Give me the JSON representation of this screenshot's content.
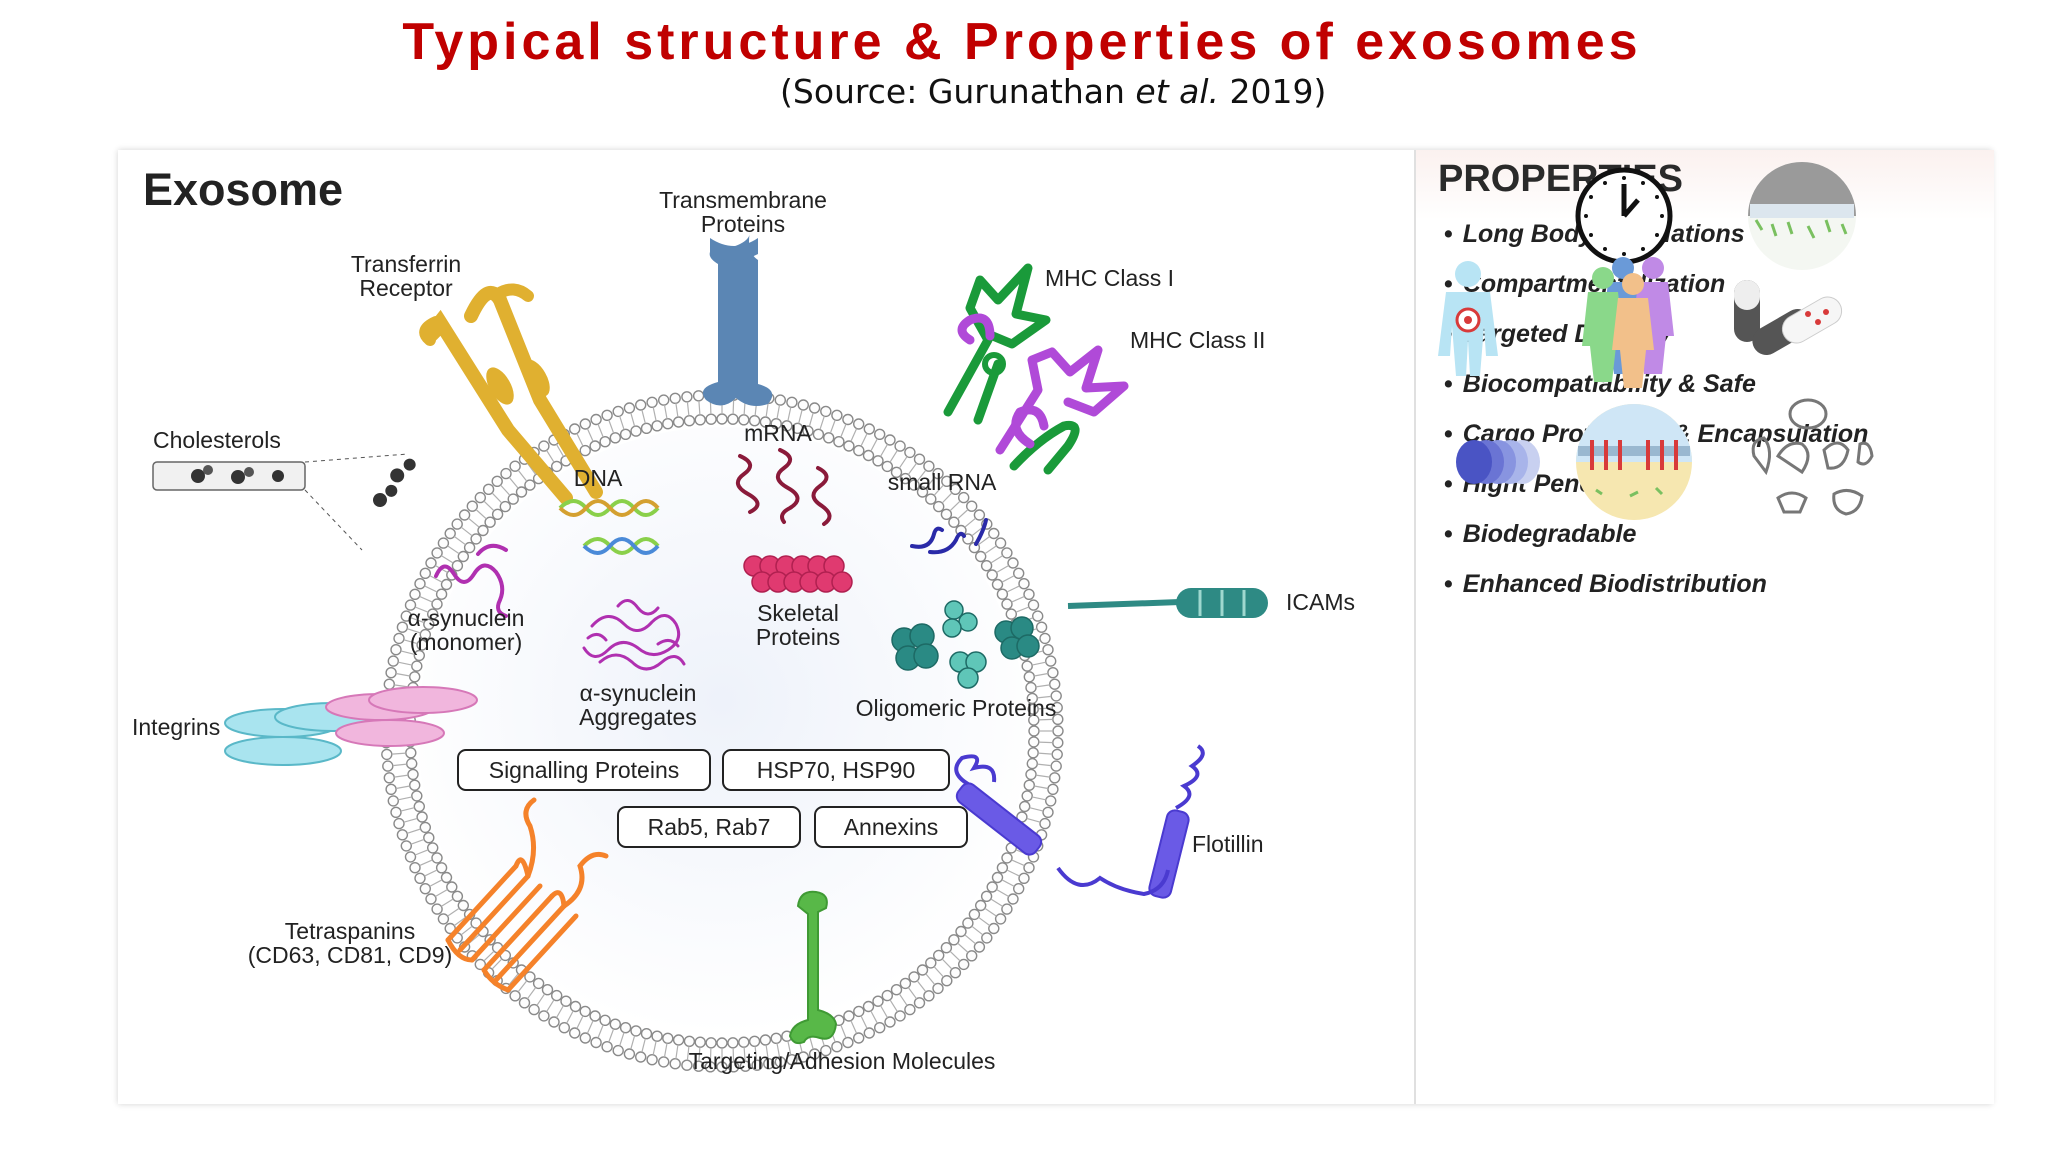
{
  "slide": {
    "title": "Typical structure & Properties of exosomes",
    "source_prefix": "(Source: Gurunathan ",
    "source_italic": "et al.",
    "source_suffix": " 2019)"
  },
  "figure": {
    "heading": "Exosome",
    "labels": {
      "transmembrane_1": "Transmembrane",
      "transmembrane_2": "Proteins",
      "transferrin_1": "Transferrin",
      "transferrin_2": "Receptor",
      "mhc1": "MHC Class   I",
      "mhc2": "MHC Class   II",
      "cholesterols": "Cholesterols",
      "dna": "DNA",
      "mrna": "mRNA",
      "small_rna": "small RNA",
      "icams": "ICAMs",
      "syn_mono_1": "α-synuclein",
      "syn_mono_2": "(monomer)",
      "syn_agg_1": "α-synuclein",
      "syn_agg_2": "Aggregates",
      "skeletal_1": "Skeletal",
      "skeletal_2": "Proteins",
      "oligomeric": "Oligomeric Proteins",
      "integrins": "Integrins",
      "signalling": "Signalling Proteins",
      "hsp": "HSP70, HSP90",
      "rab": "Rab5, Rab7",
      "annexins": "Annexins",
      "flotillin": "Flotillin",
      "tetraspanins_1": "Tetraspanins",
      "tetraspanins_2": "(CD63, CD81, CD9)",
      "targeting": "Targeting/Adhesion Molecules"
    }
  },
  "properties": {
    "title": "PROPERTIES",
    "items": [
      "Long Body Circulations",
      "Compartmentalization",
      "Targeted Delivery",
      "Biocompatiability & Safe",
      "Cargo Protection & Encapsulation",
      "Hight Penetration",
      "Biodegradable",
      "Enhanced Biodistribution"
    ],
    "icons": [
      "clock-icon",
      "membrane-sphere-icon",
      "target-body-icon",
      "people-group-icon",
      "capsule-icon",
      "cylinder-blur-icon",
      "penetration-sphere-icon",
      "organs-icon"
    ]
  },
  "colors": {
    "title": "#c00000",
    "membrane": "#9a9a9a",
    "transferrin": "#e0b030",
    "transmembrane": "#5b86b4",
    "mhc_green": "#1a9a3a",
    "mhc_purple": "#b04ad8",
    "icam": "#2e8a84",
    "integrin_cyan": "#a9e4ef",
    "integrin_pink": "#f1b6dd",
    "flotillin": "#4a3ad0",
    "tetraspanin": "#f5822a",
    "targeting": "#58b848",
    "skeletal": "#e03a70",
    "oligomeric": "#2a8a84"
  }
}
